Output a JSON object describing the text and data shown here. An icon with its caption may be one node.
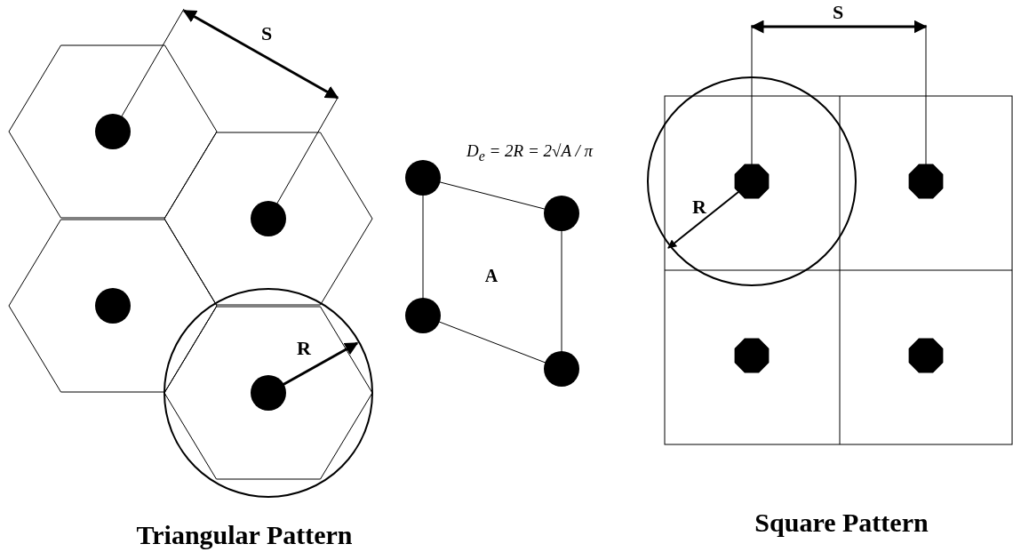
{
  "diagram": {
    "labels": [
      "S",
      "R",
      "D$_{e}$ = 2R = 2√A / π",
      "A",
      "S",
      "R",
      "Triangular Pattern",
      "Square Pattern"
    ]
  }
}
